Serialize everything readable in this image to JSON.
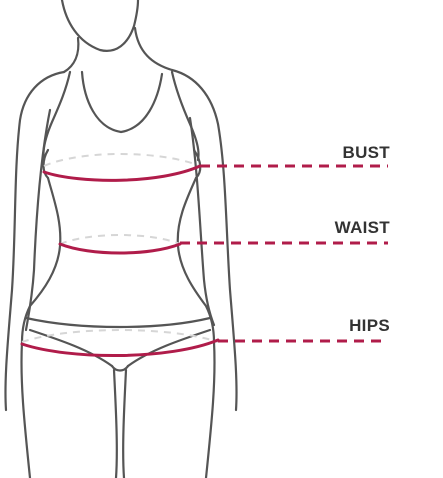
{
  "colors": {
    "outline": "#555555",
    "measure_line": "#b01c4a",
    "guide_line": "#d6d6d6",
    "label_text": "#333333",
    "background": "#ffffff"
  },
  "measurements": [
    {
      "key": "bust",
      "label": "BUST"
    },
    {
      "key": "waist",
      "label": "WAIST"
    },
    {
      "key": "hips",
      "label": "HIPS"
    }
  ]
}
